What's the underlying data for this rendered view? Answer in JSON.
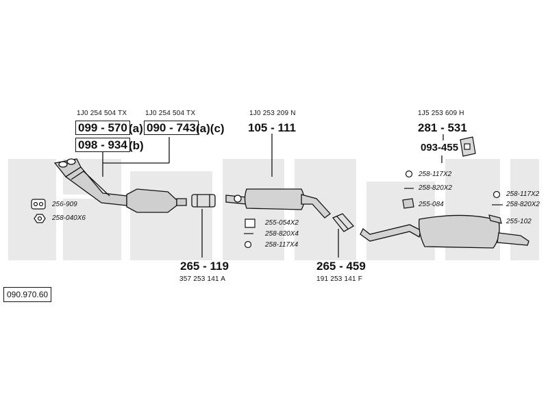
{
  "reference_number": "090.970.60",
  "parts": {
    "front_pipe_1": {
      "oem": "1J0 254 504 TX",
      "code": "099 - 570",
      "suffix": "(a)"
    },
    "front_pipe_2": {
      "oem": "1J0 254 504 TX",
      "code": "090 - 743",
      "suffix": "(a)(c)"
    },
    "front_pipe_3": {
      "code": "098 - 934",
      "suffix": "(b)"
    },
    "middle_silencer": {
      "oem": "1J0 253 209 N",
      "code": "105 - 111"
    },
    "rear_silencer": {
      "oem": "1J5 253 609 H",
      "code": "281 - 531"
    },
    "mount_kit": {
      "code": "093-455"
    },
    "clamp_1": {
      "code": "265 - 119",
      "oem": "357 253 141 A"
    },
    "clamp_2": {
      "code": "265 - 459",
      "oem": "191 253 141 F"
    }
  },
  "accessories": {
    "gasket_front": "256-909",
    "nut_front": "258-040X6",
    "clamp_mid_1": "255-054X2",
    "bolt_mid": "258-820X4",
    "nut_mid": "258-117X4",
    "nut_rear_1": "258-117X2",
    "bolt_rear_1": "258-820X2",
    "hanger_rear_1": "255-084",
    "nut_rear_2": "258-117X2",
    "bolt_rear_2": "258-820X2",
    "hanger_rear_2": "255-102"
  },
  "colors": {
    "line": "#111111",
    "watermark": "#e6e6e6",
    "part_fill": "#c9c9c9"
  }
}
